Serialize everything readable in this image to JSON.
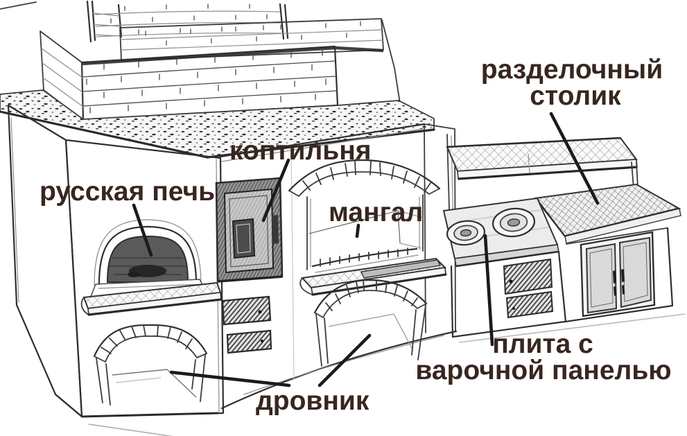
{
  "figure": {
    "description": "hand-drawn sketch of an outdoor brick barbecue complex with labeled parts",
    "background": "#ffffff",
    "sketch_ink_color": "#3c3c3c",
    "label_text_color": "#38261f",
    "pointer_line_color": "#1b1b1b",
    "labels": {
      "cutting_table_line1": "разделочный",
      "cutting_table_line2": "столик",
      "smokehouse": "коптильня",
      "russian_stove": "русская печь",
      "mangal": "мангал",
      "hob_line1": "плита с",
      "hob_line2": "варочной панелью",
      "wood_storage": "дровник"
    }
  }
}
